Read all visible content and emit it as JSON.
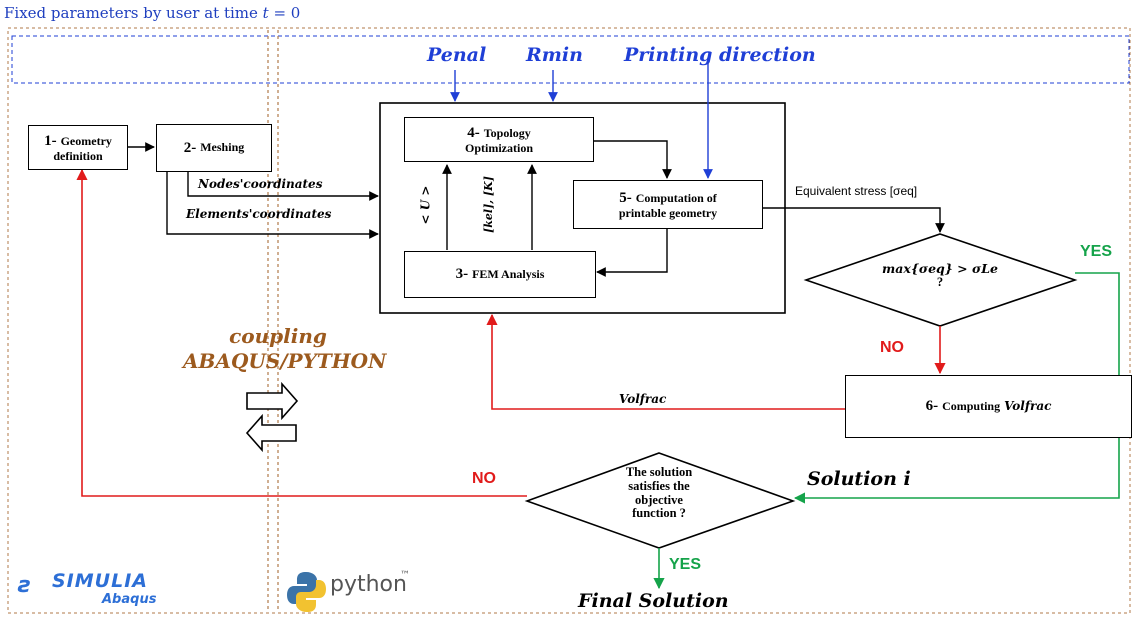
{
  "header": {
    "text": "Fixed parameters by user at time ",
    "tvar": "t",
    "tail": " = 0"
  },
  "params": {
    "penal": "Penal",
    "rmin": "Rmin",
    "printing_direction": "Printing direction"
  },
  "boxes": {
    "geometry": {
      "num": "1-",
      "label_a": "Geometry",
      "label_b": "definition"
    },
    "meshing": {
      "num": "2-",
      "label": "Meshing"
    },
    "topology": {
      "num": "4-",
      "label_a": "Topology",
      "label_b": "Optimization"
    },
    "printable": {
      "num": "5-",
      "label_a": "Computation of",
      "label_b": "printable geometry"
    },
    "fem": {
      "num": "3-",
      "label": "FEM Analysis"
    },
    "volfrac_box": {
      "num": "6-",
      "label": "Computing",
      "var": "Volfrac"
    }
  },
  "labels": {
    "nodes": "Nodes'coordinates",
    "elements": "Elements'coordinates",
    "u_vec": "< U >",
    "k_mat": "[kel], [K]",
    "eq_stress": "Equivalent stress [σeq]",
    "volfrac": "Volfrac",
    "solution_i": "Solution i",
    "final_solution": "Final Solution"
  },
  "decisions": {
    "stress_check": {
      "line1": "max{σeq} > σLe",
      "line2": "?"
    },
    "objective_check": {
      "line1": "The solution",
      "line2": "satisfies the",
      "line3": "objective",
      "line4": "function ?"
    }
  },
  "branches": {
    "yes_top": "YES",
    "no_mid": "NO",
    "no_left": "NO",
    "yes_bottom": "YES"
  },
  "coupling": {
    "line1": "coupling",
    "line2": "ABAQUS/PYTHON"
  },
  "logos": {
    "simulia_a": "SIMULIA",
    "simulia_b": "Abaqus",
    "python": "python",
    "python_tm": "™"
  },
  "colors": {
    "blue": "#1f3fd6",
    "red": "#e11b1b",
    "green": "#15a34a",
    "brown": "#9c5a1e"
  }
}
